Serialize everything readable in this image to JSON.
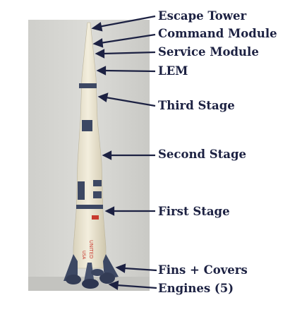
{
  "figure": {
    "photo_subject": "crocheted Saturn V rocket",
    "colors": {
      "yarn_cream": "#efe9d6",
      "yarn_navy": "#3d4863",
      "yarn_red": "#c83a2e",
      "backdrop": "#d8d8d4",
      "arrow": "#1c2142"
    },
    "labels": [
      {
        "id": "escape-tower",
        "text": "Escape Tower"
      },
      {
        "id": "command-module",
        "text": "Command Module"
      },
      {
        "id": "service-module",
        "text": "Service Module"
      },
      {
        "id": "lem",
        "text": "LEM"
      },
      {
        "id": "third-stage",
        "text": "Third Stage"
      },
      {
        "id": "second-stage",
        "text": "Second Stage"
      },
      {
        "id": "first-stage",
        "text": "First Stage"
      },
      {
        "id": "fins-covers",
        "text": "Fins + Covers"
      },
      {
        "id": "engines",
        "text": "Engines (5)"
      }
    ]
  }
}
